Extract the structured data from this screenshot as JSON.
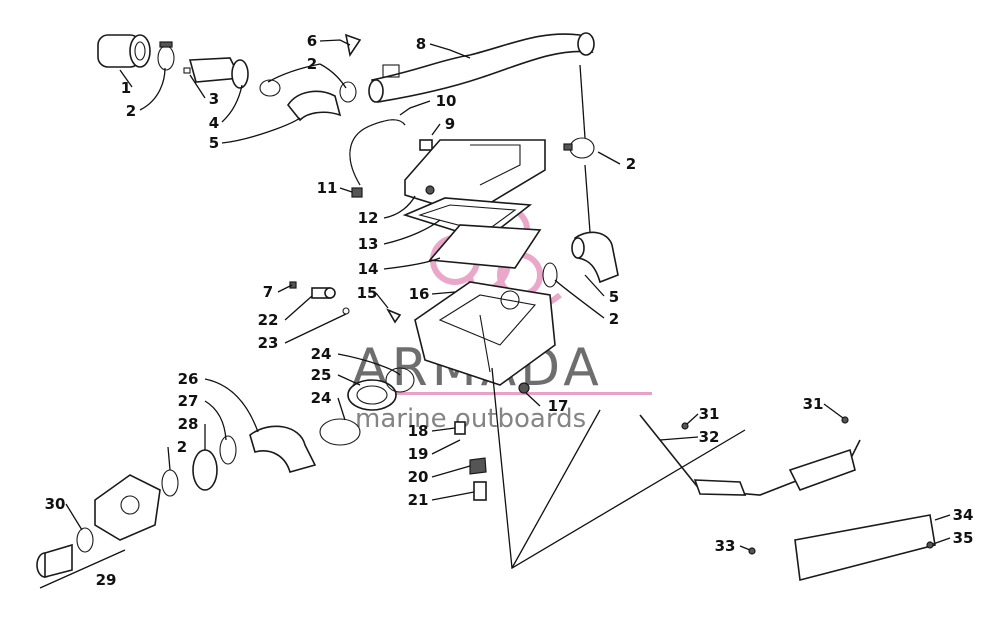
{
  "watermark": {
    "brand": "ARMADA",
    "tagline": "marine outboards",
    "accent_color": "#e48ab8"
  },
  "callouts": [
    {
      "id": "c1",
      "label": "1"
    },
    {
      "id": "c2a",
      "label": "2"
    },
    {
      "id": "c3",
      "label": "3"
    },
    {
      "id": "c4",
      "label": "4"
    },
    {
      "id": "c5a",
      "label": "5"
    },
    {
      "id": "c6",
      "label": "6"
    },
    {
      "id": "c2b",
      "label": "2"
    },
    {
      "id": "c8",
      "label": "8"
    },
    {
      "id": "c10",
      "label": "10"
    },
    {
      "id": "c9",
      "label": "9"
    },
    {
      "id": "c2c",
      "label": "2"
    },
    {
      "id": "c11",
      "label": "11"
    },
    {
      "id": "c12",
      "label": "12"
    },
    {
      "id": "c13",
      "label": "13"
    },
    {
      "id": "c14",
      "label": "14"
    },
    {
      "id": "c7",
      "label": "7"
    },
    {
      "id": "c15",
      "label": "15"
    },
    {
      "id": "c16",
      "label": "16"
    },
    {
      "id": "c5b",
      "label": "5"
    },
    {
      "id": "c2d",
      "label": "2"
    },
    {
      "id": "c22",
      "label": "22"
    },
    {
      "id": "c23",
      "label": "23"
    },
    {
      "id": "c24a",
      "label": "24"
    },
    {
      "id": "c25",
      "label": "25"
    },
    {
      "id": "c24b",
      "label": "24"
    },
    {
      "id": "c26",
      "label": "26"
    },
    {
      "id": "c27",
      "label": "27"
    },
    {
      "id": "c28",
      "label": "28"
    },
    {
      "id": "c2e",
      "label": "2"
    },
    {
      "id": "c17",
      "label": "17"
    },
    {
      "id": "c18",
      "label": "18"
    },
    {
      "id": "c19",
      "label": "19"
    },
    {
      "id": "c20",
      "label": "20"
    },
    {
      "id": "c21",
      "label": "21"
    },
    {
      "id": "c31a",
      "label": "31"
    },
    {
      "id": "c32",
      "label": "32"
    },
    {
      "id": "c31b",
      "label": "31"
    },
    {
      "id": "c30",
      "label": "30"
    },
    {
      "id": "c29",
      "label": "29"
    },
    {
      "id": "c33",
      "label": "33"
    },
    {
      "id": "c34",
      "label": "34"
    },
    {
      "id": "c35",
      "label": "35"
    }
  ]
}
